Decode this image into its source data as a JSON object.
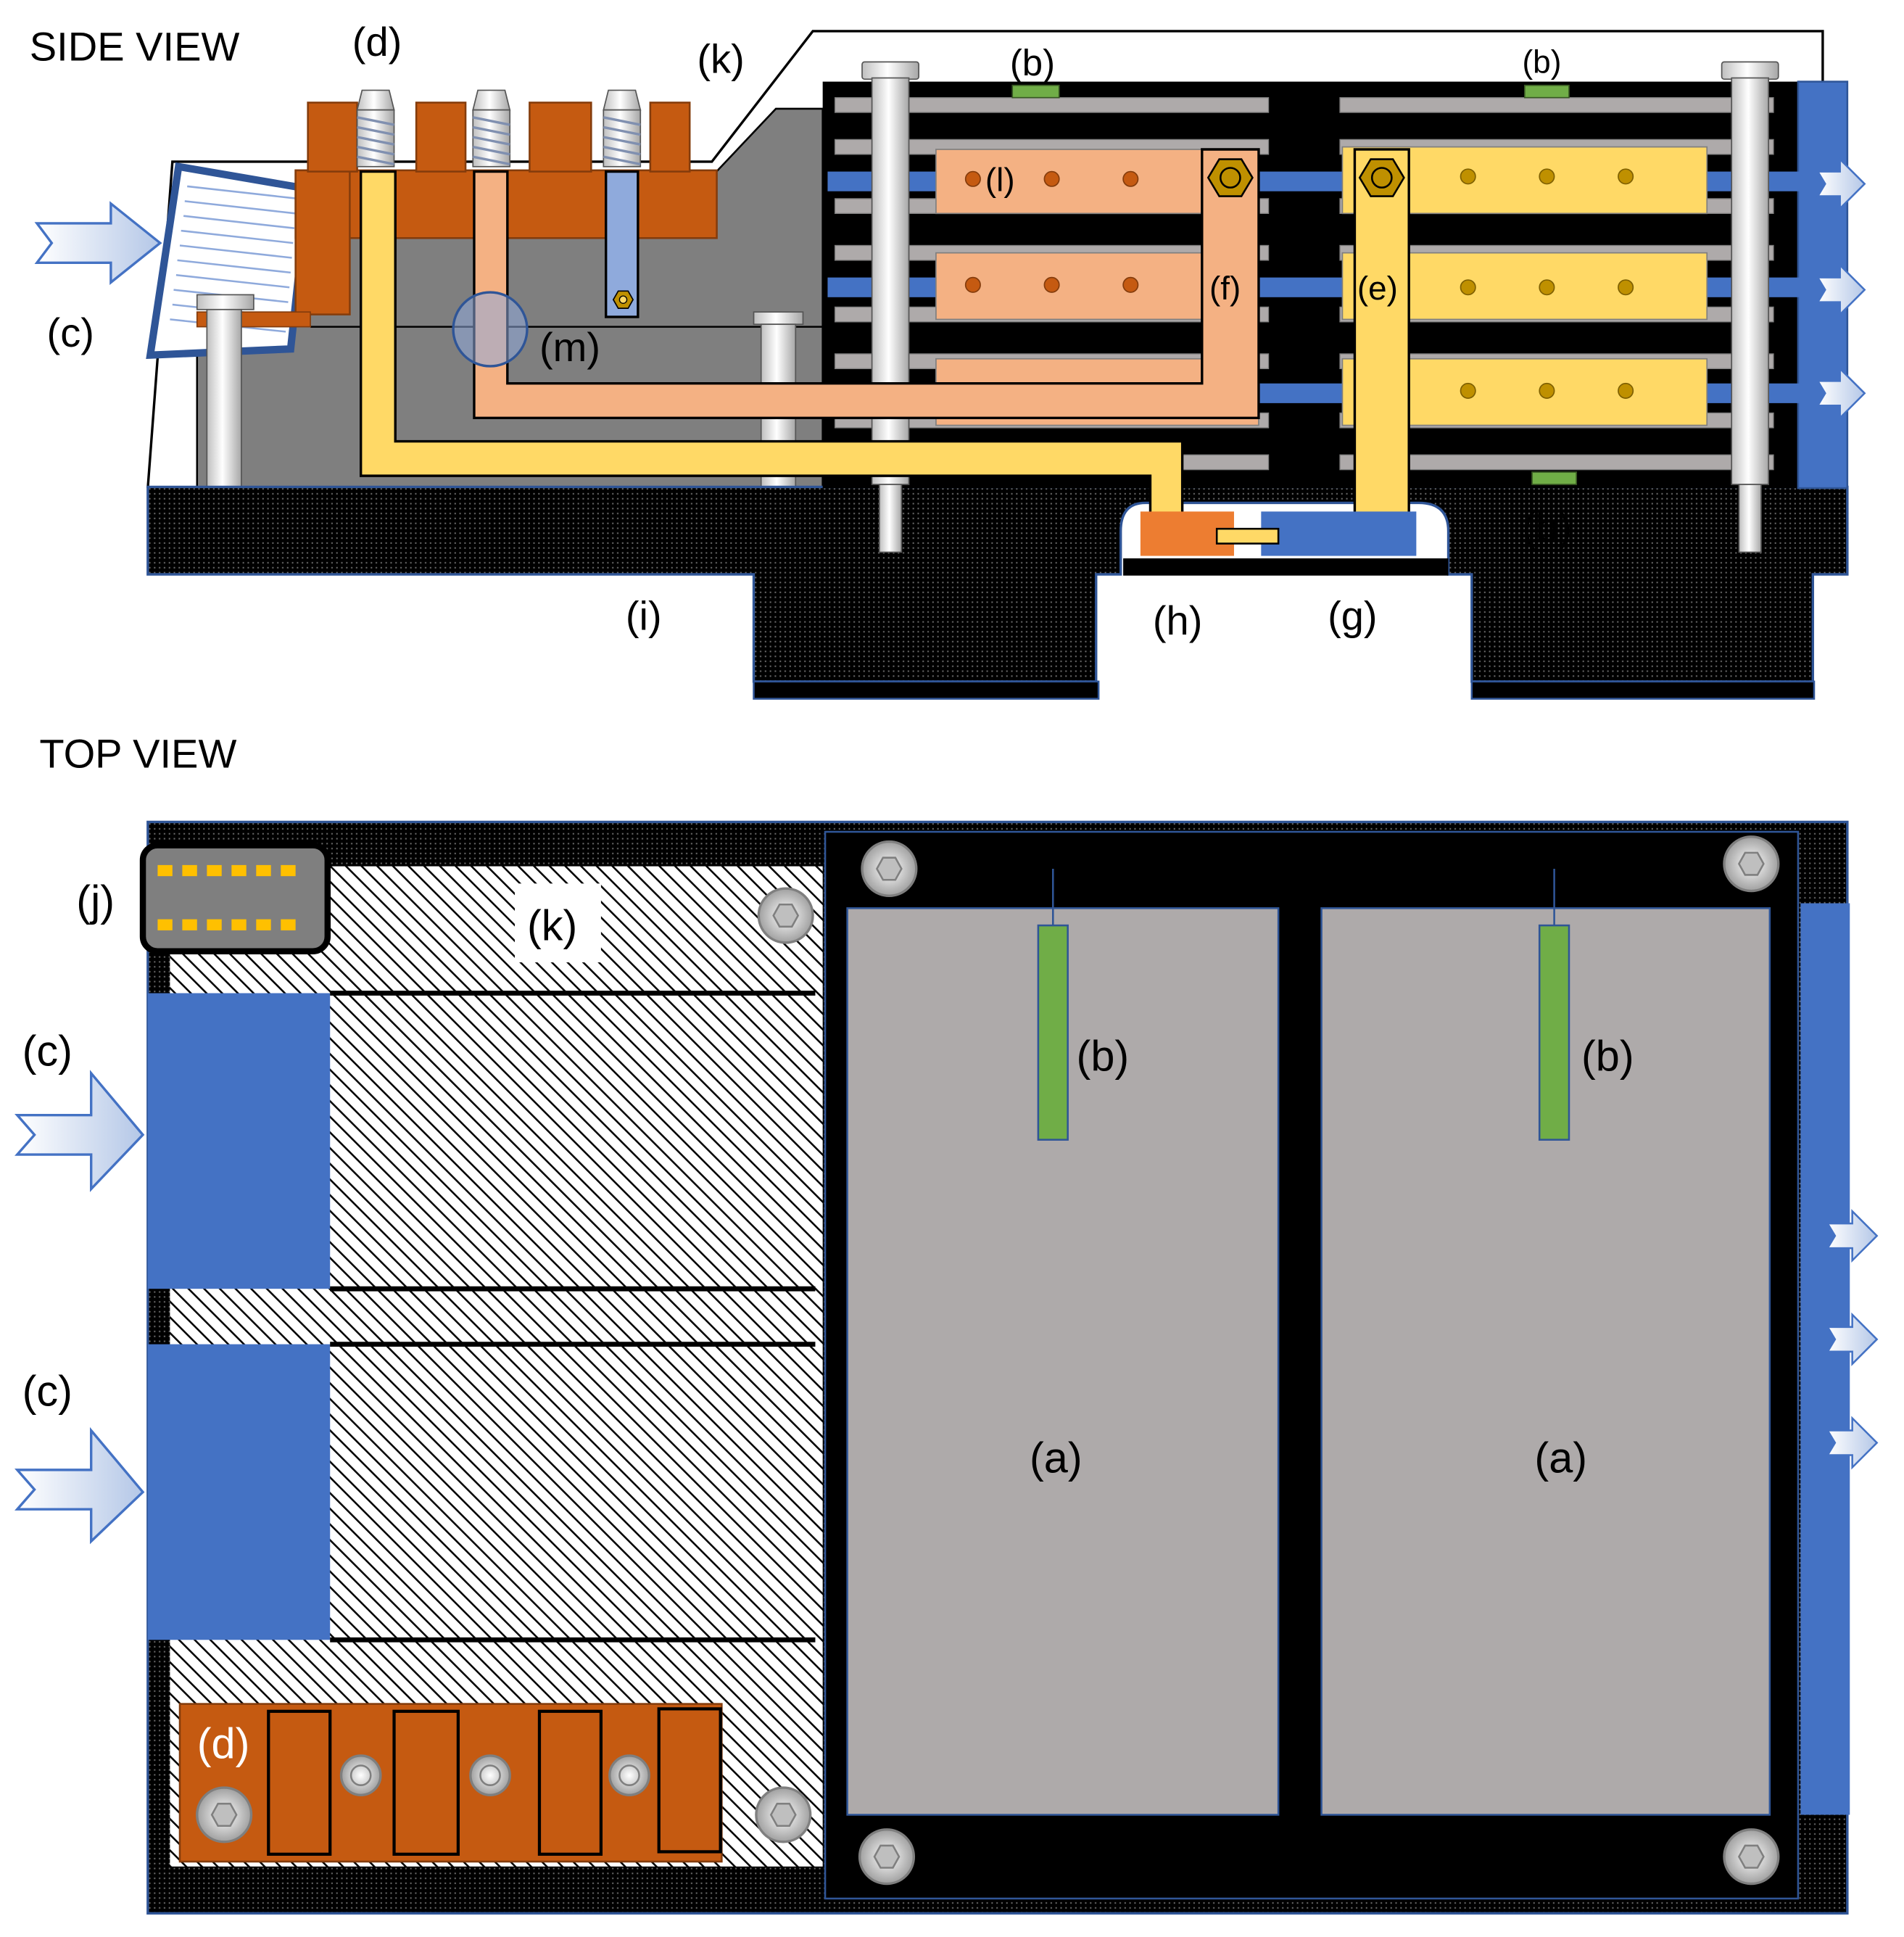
{
  "titles": {
    "side": "SIDE VIEW",
    "top": "TOP VIEW"
  },
  "labels": {
    "a": "(a)",
    "b": "(b)",
    "c": "(c)",
    "d": "(d)",
    "e": "(e)",
    "f": "(f)",
    "g": "(g)",
    "h": "(h)",
    "i": "(i)",
    "j": "(j)",
    "k": "(k)",
    "l": "(l)",
    "m": "(m)"
  },
  "colors": {
    "copper": "#c55a11",
    "salmon": "#f4b183",
    "yellow": "#ffd966",
    "blue": "#4472c4",
    "light_blue": "#8faadc",
    "green": "#70ad47",
    "gray_dark": "#7f7f7f",
    "gray_plate": "#aeaaaa",
    "black": "#000000",
    "orange": "#ed7d31",
    "brass": "#bf9000"
  }
}
